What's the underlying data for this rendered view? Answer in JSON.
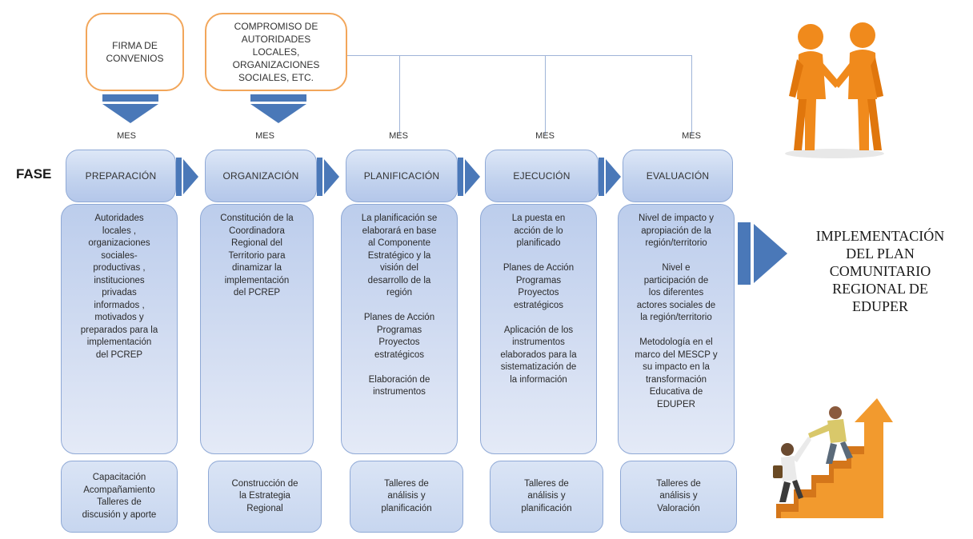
{
  "top_boxes": [
    {
      "text": "FIRMA DE\nCONVENIOS"
    },
    {
      "text": "COMPROMISO DE\nAUTORIDADES\nLOCALES,\nORGANIZACIONES\nSOCIALES, ETC."
    }
  ],
  "mes_label": "MES",
  "fase_label": "FASE",
  "phases": [
    {
      "title": "PREPARACIÓN",
      "description": "Autoridades\nlocales ,\norganizaciones\nsociales-\nproductivas ,\ninstituciones\nprivadas\ninformados ,\nmotivados y\npreparados para la\nimplementación\ndel PCREP",
      "activities": "Capacitación\nAcompañamiento\nTalleres de\ndiscusión y aporte"
    },
    {
      "title": "ORGANIZACIÓN",
      "description": "Constitución de la\nCoordinadora\nRegional del\nTerritorio para\ndinamizar la\nimplementación\ndel PCREP",
      "activities": "Construcción de\nla Estrategia\nRegional"
    },
    {
      "title": "PLANIFICACIÓN",
      "description": "La planificación se\nelaborará en base\nal Componente\nEstratégico y la\nvisión del\ndesarrollo de la\nregión\n\nPlanes de Acción\nProgramas\nProyectos\nestratégicos\n\nElaboración de\ninstrumentos",
      "activities": "Talleres de\nanálisis y\nplanificación"
    },
    {
      "title": "EJECUCIÓN",
      "description": "La puesta en\nacción de lo\nplanificado\n\nPlanes de Acción\nProgramas\nProyectos\nestratégicos\n\nAplicación de los\ninstrumentos\nelaborados para la\nsistematización de\nla información",
      "activities": "Talleres de\nanálisis y\nplanificación"
    },
    {
      "title": "EVALUACIÓN",
      "description": "Nivel de impacto y\napropiación de la\nregión/territorio\n\nNivel e\nparticipación de\nlos diferentes\nactores sociales de\nla región/territorio\n\nMetodología en el\nmarco del MESCP y\nsu impacto en la\ntransformación\nEducativa de\nEDUPER",
      "activities": "Talleres de\nanálisis y\nValoración"
    }
  ],
  "outcome": [
    "IMPLEMENTACIÓN",
    "DEL PLAN",
    "COMUNITARIO",
    "REGIONAL DE",
    "EDUPER"
  ],
  "illustrations": {
    "top": "handshake-figures",
    "bottom": "climbing-stairs-figures"
  },
  "colors": {
    "phase_border": "#8fa9d6",
    "arrow": "#4a78b8",
    "top_box_border": "#f2a65a",
    "figure": "#f08a1c"
  }
}
